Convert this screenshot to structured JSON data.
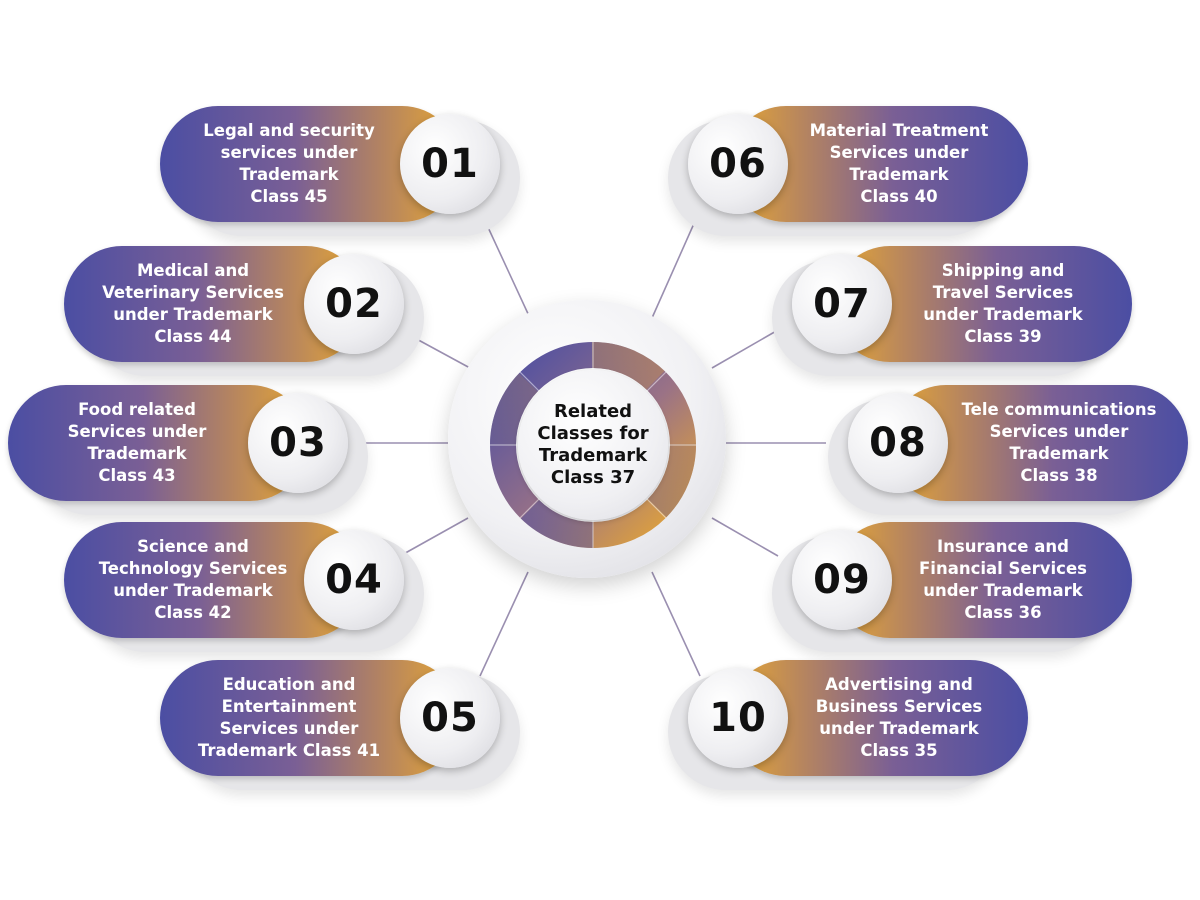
{
  "center": {
    "line1": "Related",
    "line2": "Classes for",
    "line3": "Trademark",
    "line4": "Class 37"
  },
  "items": [
    {
      "num": "01",
      "lines": [
        "Legal and security",
        "services under",
        "Trademark",
        "Class 45"
      ]
    },
    {
      "num": "02",
      "lines": [
        "Medical and",
        "Veterinary Services",
        "under Trademark",
        "Class 44"
      ]
    },
    {
      "num": "03",
      "lines": [
        "Food related",
        "Services under",
        "Trademark",
        "Class 43"
      ]
    },
    {
      "num": "04",
      "lines": [
        "Science and",
        "Technology Services",
        "under Trademark",
        "Class 42"
      ]
    },
    {
      "num": "05",
      "lines": [
        "Education and",
        "Entertainment",
        "Services under",
        "Trademark Class 41"
      ]
    },
    {
      "num": "06",
      "lines": [
        "Material Treatment",
        "Services under",
        "Trademark",
        "Class 40"
      ]
    },
    {
      "num": "07",
      "lines": [
        "Shipping and",
        "Travel Services",
        "under Trademark",
        "Class 39"
      ]
    },
    {
      "num": "08",
      "lines": [
        "Tele communications",
        "Services under",
        "Trademark",
        "Class 38"
      ]
    },
    {
      "num": "09",
      "lines": [
        "Insurance and",
        "Financial Services",
        "under Trademark",
        "Class 36"
      ]
    },
    {
      "num": "10",
      "lines": [
        "Advertising and",
        "Business Services",
        "under Trademark",
        "Class 35"
      ]
    }
  ],
  "colors": {
    "purple": "#4b4ea3",
    "gold": "#e8a832",
    "connector": "#9a8fb0"
  }
}
